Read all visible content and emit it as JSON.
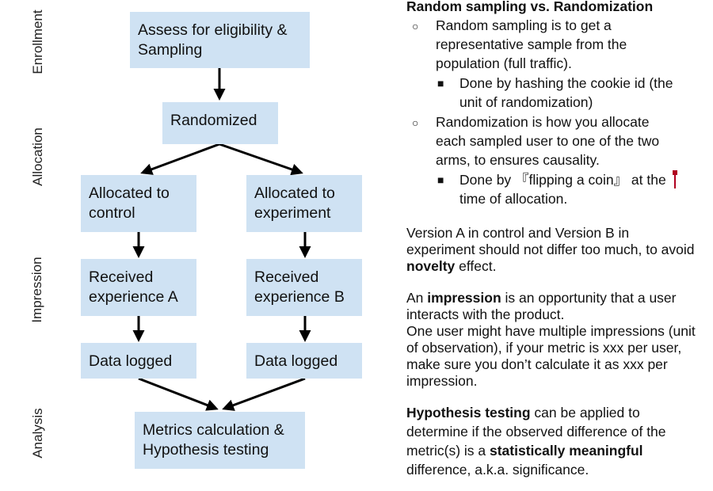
{
  "stages": {
    "enrollment": "Enrollment",
    "allocation": "Allocation",
    "impression": "Impression",
    "analysis": "Analysis"
  },
  "boxes": {
    "assess": "Assess for eligibility &\nSampling",
    "randomized": "Randomized",
    "alloc_control": "Allocated to\ncontrol",
    "alloc_experiment": "Allocated to\nexperiment",
    "recv_a": "Received\nexperience A",
    "recv_b": "Received\nexperience B",
    "logged_control": "Data logged",
    "logged_experiment": "Data logged",
    "metrics": "Metrics calculation &\nHypothesis testing"
  },
  "colors": {
    "box_fill": "#cfe2f3",
    "arrow": "#000000",
    "cursor": "#b00020"
  },
  "notes": {
    "title": "Random sampling vs. Randomization",
    "b1": "Random sampling is to get a representative sample from the population (full traffic).",
    "b1_sub": "Done by hashing the cookie id (the unit of randomization)",
    "b2": "Randomization is how you allocate each sampled user to one of the two arms, to ensures causality.",
    "b2_sub": "Done by 『flipping a coin』 at the time of allocation.",
    "p1_a": "Version A in control and Version B in experiment should not differ too much, to avoid ",
    "p1_b": "novelty",
    "p1_c": " effect.",
    "p2_a": "An ",
    "p2_b": "impression",
    "p2_c": " is an opportunity that a user interacts with the product.",
    "p2_d": "One user might have multiple impressions (unit of observation), if your metric is xxx per user, make sure you don’t calculate it as xxx per impression.",
    "p3_a": "Hypothesis testing",
    "p3_b": " can be applied to determine if the observed difference of the metric(s) is a ",
    "p3_c": "statistically meaningful",
    "p3_d": " difference, a.k.a. significance."
  }
}
